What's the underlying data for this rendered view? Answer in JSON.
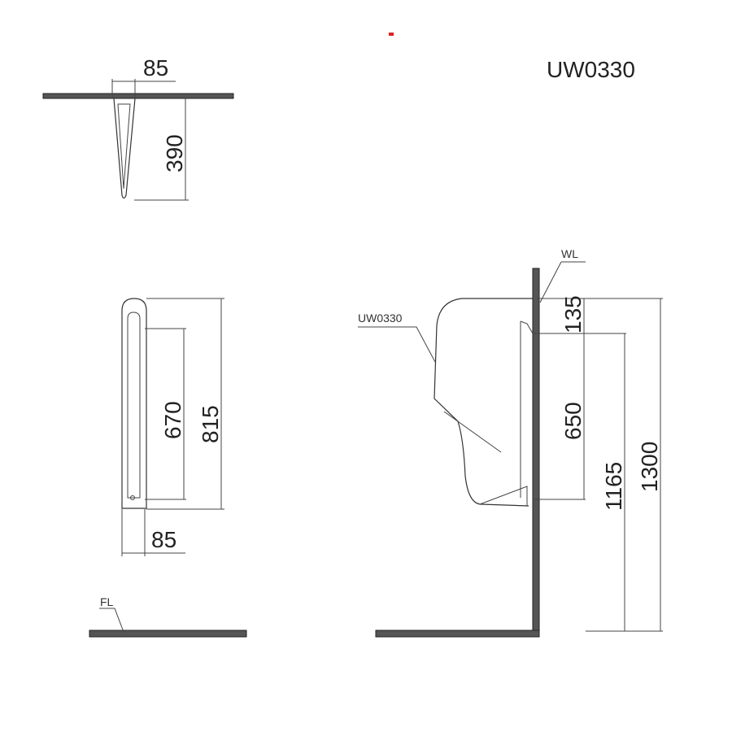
{
  "title": "UW0330",
  "accent_mark_color": "#e02020",
  "top_view": {
    "width": "85",
    "depth": "390"
  },
  "front_view": {
    "height": "815",
    "inner_height": "670",
    "width": "85"
  },
  "floor_label": "FL",
  "side_view": {
    "model_label": "UW0330",
    "wall_label": "WL",
    "top_offset": "135",
    "body_span": "650",
    "bracket_height": "1165",
    "overall_height": "1300"
  }
}
